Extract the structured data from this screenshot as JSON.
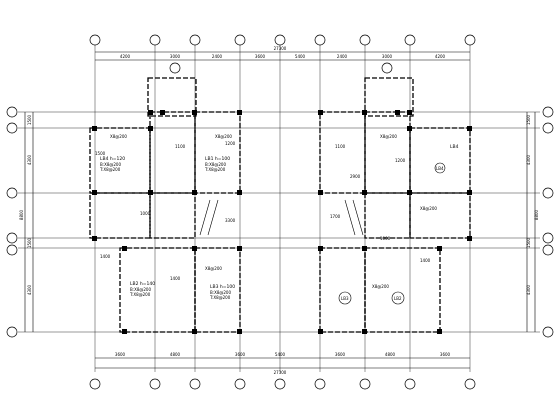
{
  "dims": {
    "top_total": "27300",
    "top_segments": [
      "4200",
      "3000",
      "2400",
      "3600",
      "5400",
      "2400",
      "3000",
      "4200"
    ],
    "bottom_total": "27300",
    "bottom_segments": [
      "3600",
      "4800",
      "3600",
      "5400",
      "3600",
      "4800",
      "3600"
    ],
    "left_segments": [
      "1500",
      "4300",
      "1500",
      "4300"
    ],
    "left_total": "8800",
    "right_segments": [
      "1500",
      "4300",
      "1500",
      "4300"
    ],
    "right_total": "8800"
  },
  "notes": {
    "lb4_left": "LB4 h=120",
    "lb4_right": "LB4",
    "lb1": "LB1 h=100",
    "lb2": "LB2 h=140",
    "lb3": "LB3 h=100",
    "lb3_circle": "LB3",
    "lb2_circle": "LB2",
    "rebar1": "B:X8@200",
    "rebar2": "T:X8@200",
    "rebar3": "X8@200",
    "dim_1500": "1500",
    "dim_1200": "1200",
    "dim_1000": "1000",
    "dim_1100": "1100",
    "dim_1400": "1400",
    "dim_3300": "3300",
    "dim_1700": "1700",
    "dim_2900": "2900",
    "slab_lb3": "LB3"
  }
}
